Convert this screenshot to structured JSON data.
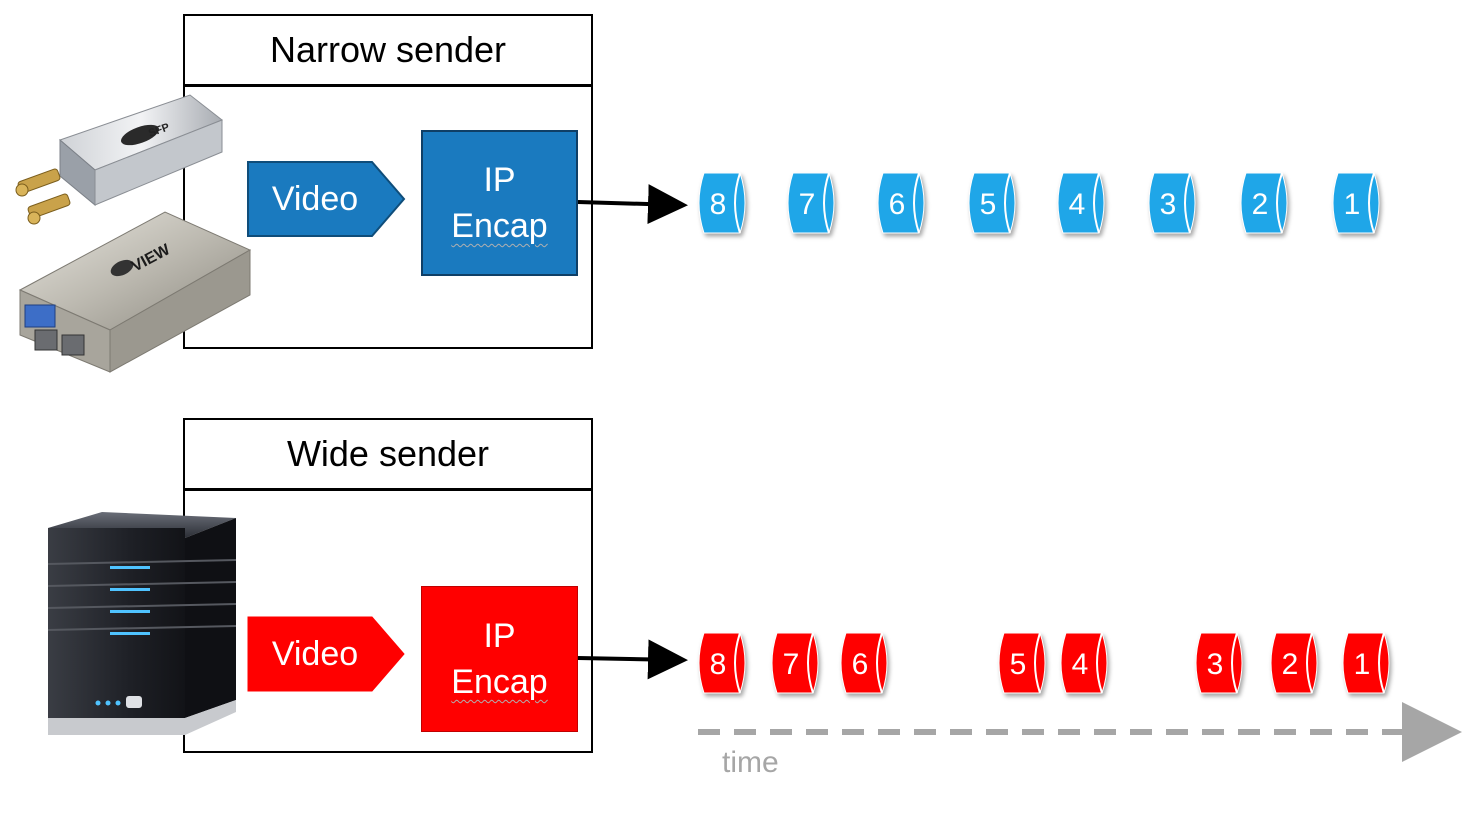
{
  "narrow": {
    "title": "Narrow sender",
    "video_label": "Video",
    "encap_line1": "IP",
    "encap_line2": "Encap",
    "color": "#1a7abf",
    "packet_color": "#1fa6e8",
    "packets": [
      "8",
      "7",
      "6",
      "5",
      "4",
      "3",
      "2",
      "1"
    ]
  },
  "wide": {
    "title": "Wide sender",
    "video_label": "Video",
    "encap_line1": "IP",
    "encap_line2": "Encap",
    "color": "#ff0000",
    "packet_color": "#ff0000",
    "packets": [
      "8",
      "7",
      "6",
      "5",
      "4",
      "3",
      "2",
      "1"
    ]
  },
  "time_label": "time",
  "devices": {
    "narrow_sfp_logo": "SFP",
    "narrow_box_logo": "VIEW"
  }
}
